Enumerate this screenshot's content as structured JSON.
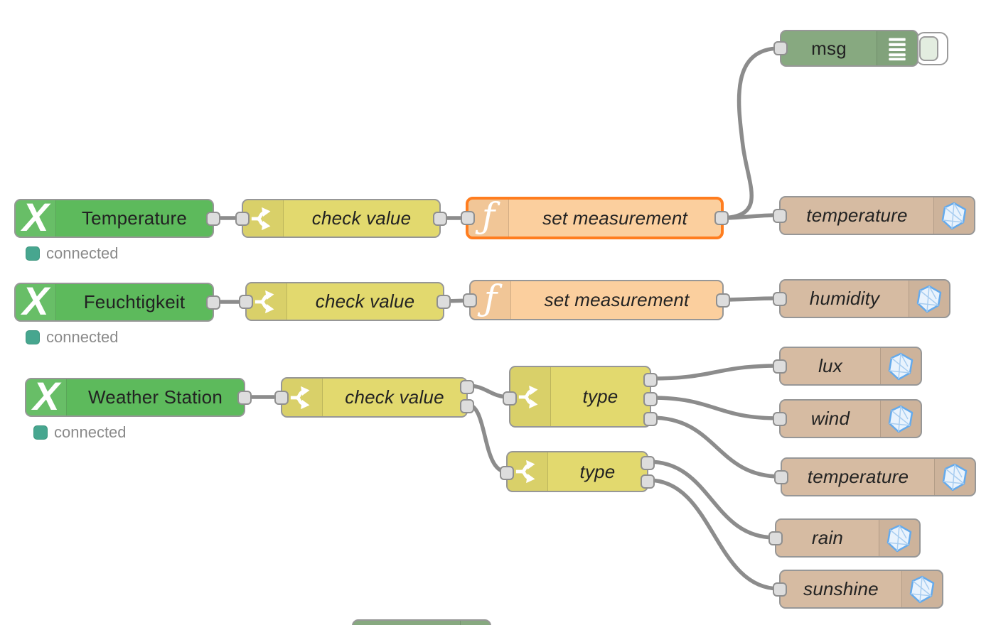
{
  "app": "node-red-flow-editor",
  "colors": {
    "source_green": "#5dba5c",
    "switch_yellow": "#e2d96e",
    "function_orange": "#fbcf9e",
    "debug_sage": "#87a980",
    "influx_tan": "#d6bba2",
    "selected_border": "#ff7d1f",
    "wire": "#8c8c8c",
    "port_fill": "#dddddd",
    "status_dot": "#47a68f",
    "status_text": "#8a8a8a"
  },
  "icons": {
    "source": "x-logo-icon",
    "switch": "switch-fork-icon",
    "function": "function-f-icon",
    "debug": "debug-list-icon",
    "influx": "influxdb-gem-icon"
  },
  "nodes": {
    "msg": {
      "label": "msg"
    },
    "row1": {
      "source": "Temperature",
      "status": "connected",
      "check": "check value",
      "func": "set measurement",
      "sink": "temperature"
    },
    "row2": {
      "source": "Feuchtigkeit",
      "status": "connected",
      "check": "check value",
      "func": "set measurement",
      "sink": "humidity"
    },
    "row3": {
      "source": "Weather Station",
      "status": "connected",
      "check": "check value",
      "type_a": "type",
      "type_b": "type",
      "sinks": [
        "lux",
        "wind",
        "temperature",
        "rain",
        "sunshine"
      ]
    }
  }
}
